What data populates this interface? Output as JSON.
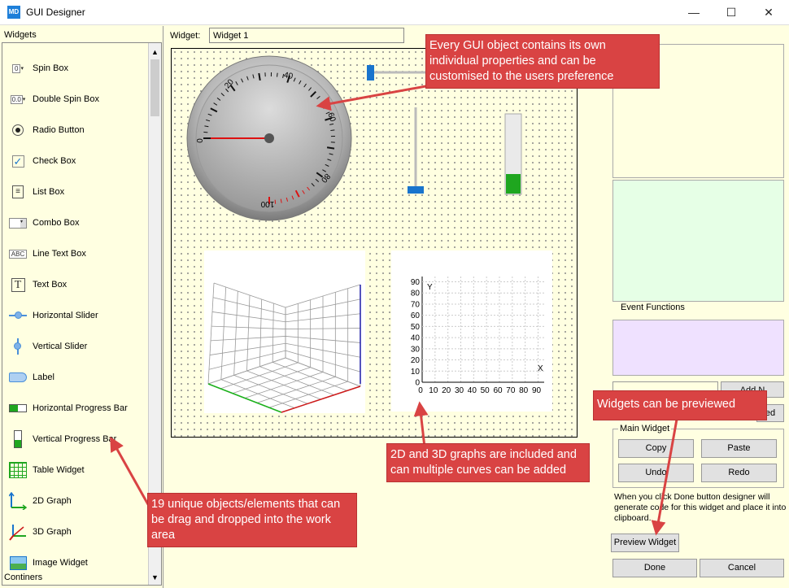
{
  "window": {
    "icon_text": "MD",
    "title": "GUI Designer",
    "minimize": "—",
    "maximize": "☐",
    "close": "✕"
  },
  "left_panel": {
    "header": "Widgets",
    "footer": "Continers",
    "items": [
      {
        "label": "Spin Box",
        "icon": "spin-box-icon"
      },
      {
        "label": "Double Spin Box",
        "icon": "double-spin-box-icon"
      },
      {
        "label": "Radio Button",
        "icon": "radio-button-icon"
      },
      {
        "label": "Check Box",
        "icon": "check-box-icon"
      },
      {
        "label": "List Box",
        "icon": "list-box-icon"
      },
      {
        "label": "Combo Box",
        "icon": "combo-box-icon"
      },
      {
        "label": "Line Text Box",
        "icon": "line-text-box-icon"
      },
      {
        "label": "Text Box",
        "icon": "text-box-icon"
      },
      {
        "label": "Horizontal Slider",
        "icon": "horizontal-slider-icon"
      },
      {
        "label": "Vertical Slider",
        "icon": "vertical-slider-icon"
      },
      {
        "label": "Label",
        "icon": "label-icon"
      },
      {
        "label": "Horizontal Progress Bar",
        "icon": "horizontal-progress-bar-icon"
      },
      {
        "label": "Vertical Progress Bar",
        "icon": "vertical-progress-bar-icon"
      },
      {
        "label": "Table Widget",
        "icon": "table-widget-icon"
      },
      {
        "label": "2D Graph",
        "icon": "2d-graph-icon"
      },
      {
        "label": "3D Graph",
        "icon": "3d-graph-icon"
      },
      {
        "label": "Image Widget",
        "icon": "image-widget-icon"
      }
    ],
    "icon_text": {
      "spin": "0",
      "double_spin": "0.0",
      "line_text": "ABC",
      "text_box": "T"
    }
  },
  "editor": {
    "widget_label": "Widget:",
    "widget_name": "Widget 1",
    "gauge_ticks": [
      "0",
      "20",
      "40",
      "60",
      "80",
      "100"
    ],
    "graph2d": {
      "y_ticks": [
        "0",
        "10",
        "20",
        "30",
        "40",
        "50",
        "60",
        "70",
        "80",
        "90"
      ],
      "x_ticks": [
        "0",
        "10",
        "20",
        "30",
        "40",
        "50",
        "60",
        "70",
        "80",
        "90"
      ],
      "x_axis": "X",
      "y_axis": "Y"
    }
  },
  "right_panel": {
    "event_functions": "Event Functions",
    "add_button": "Add N",
    "preview_partial": "ed",
    "main_widget": "Main Widget",
    "copy": "Copy",
    "paste": "Paste",
    "undo": "Undo",
    "redo": "Redo",
    "help_text": "When you click Done button designer will generate code for this widget and place it into clipboard.",
    "preview_widget": "Preview Widget",
    "done": "Done",
    "cancel": "Cancel"
  },
  "callouts": {
    "properties": "Every GUI object contains its own individual properties and can be customised to the users preference",
    "preview": "Widgets can be previewed",
    "graphs": "2D and 3D graphs are included and can multiple curves can be added",
    "objects": "19 unique objects/elements that can be drag and dropped into the work area"
  },
  "colors": {
    "background": "#ffffe1",
    "callout": "#d94343",
    "slider_blue": "#1874cd",
    "progress_green": "#1fa61f",
    "panel_green": "#e6ffe6",
    "panel_lilac": "#efe1ff"
  }
}
